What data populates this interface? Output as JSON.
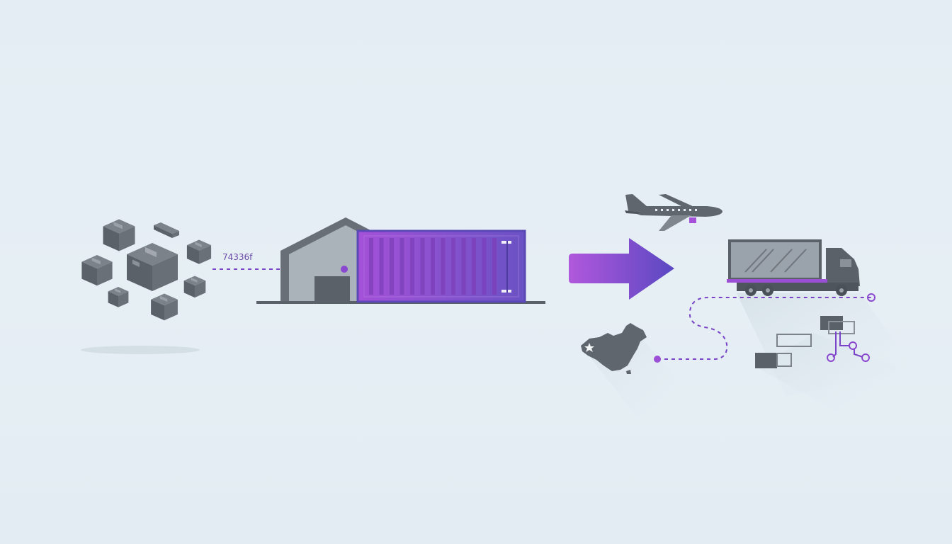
{
  "diagram": {
    "tracking_code": "74336f",
    "stages": [
      {
        "id": "packages",
        "icon": "package-cluster-icon"
      },
      {
        "id": "warehouse",
        "icon": "warehouse-icon"
      },
      {
        "id": "container",
        "icon": "shipping-container-icon"
      },
      {
        "id": "transfer",
        "icon": "arrow-right-icon"
      },
      {
        "id": "air",
        "icon": "airplane-icon"
      },
      {
        "id": "road",
        "icon": "truck-icon"
      },
      {
        "id": "origin",
        "icon": "china-map-icon"
      },
      {
        "id": "network",
        "icon": "node-network-icon"
      }
    ]
  },
  "colors": {
    "background": "#e4eef3",
    "icon_gray": "#616870",
    "icon_dark": "#4f555c",
    "accent_purple": "#9b4fd6",
    "accent_indigo": "#5b48b8",
    "dash_purple": "#7a44c8"
  }
}
